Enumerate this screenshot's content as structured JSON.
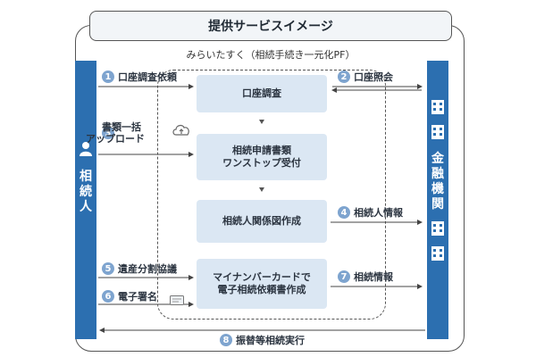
{
  "title": "提供サービスイメージ",
  "platform_label": "みらいたすく（相続手続き一元化PF）",
  "actor_left": [
    "相",
    "続",
    "人"
  ],
  "actor_right": [
    "金",
    "融",
    "機",
    "関"
  ],
  "process_boxes": [
    [
      "口座調査"
    ],
    [
      "相続申請書類",
      "ワンストップ受付"
    ],
    [
      "相続人関係図作成"
    ],
    [
      "マイナンバーカードで",
      "電子相続依頼書作成"
    ]
  ],
  "steps": [
    {
      "num": "1",
      "label": "口座調査依頼"
    },
    {
      "num": "2",
      "label": "口座照会"
    },
    {
      "num": "3",
      "label": "書類一括",
      "label2": "アップロード"
    },
    {
      "num": "4",
      "label": "相続人情報"
    },
    {
      "num": "5",
      "label": "遺産分割協議"
    },
    {
      "num": "6",
      "label": "電子署名"
    },
    {
      "num": "7",
      "label": "相続情報"
    },
    {
      "num": "8",
      "label": "振替等相続実行"
    }
  ],
  "icons": {
    "person": "person-icon",
    "building": "building-icon",
    "cloud": "cloud-upload-icon",
    "card": "card-icon"
  },
  "colors": {
    "actor_bg": "#2c6fb0",
    "box_bg": "#dbe7f3",
    "num_bg": "#7ea4cf"
  }
}
